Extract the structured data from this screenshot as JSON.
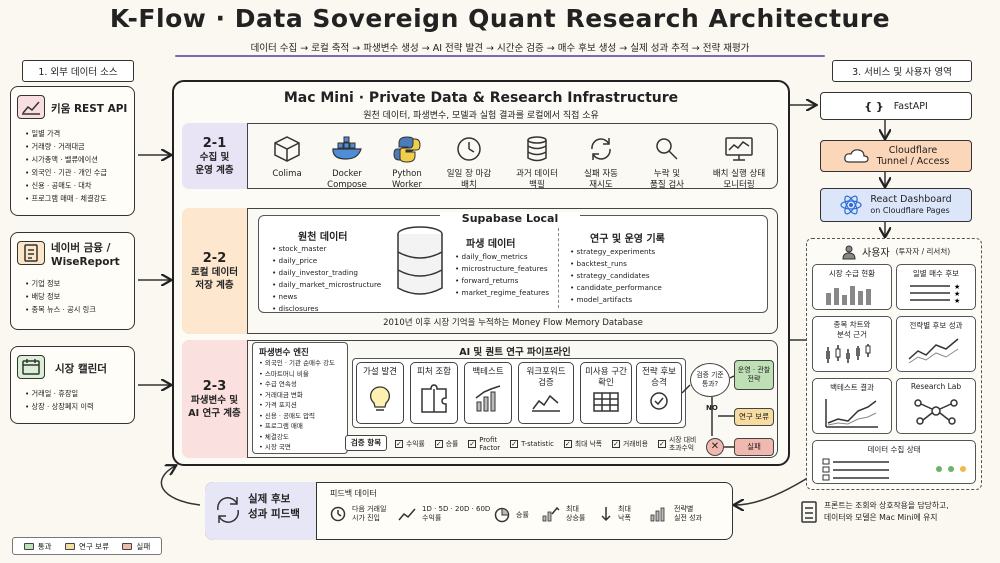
{
  "title": "K-Flow · Data Sovereign Quant Research Architecture",
  "flow": "데이터 수집 → 로컬 축적 → 파생변수 생성 → AI 전략 발견 → 시간순 검증 → 매수 후보 생성 → 실제 성과 추적 → 전략 재평가",
  "sections": {
    "left": "1. 외부 데이터 소스",
    "right": "3. 서비스 및 사용자 영역"
  },
  "sources": [
    {
      "name": "키움 REST API",
      "items": [
        "일별 가격",
        "거래량 · 거래대금",
        "시가총액 · 밸류에이션",
        "외국인 · 기관 · 개인 수급",
        "신용 · 공매도 · 대차",
        "프로그램 매매 · 체결강도"
      ]
    },
    {
      "name_line1": "네이버 금융 /",
      "name_line2": "WiseReport",
      "items": [
        "기업 정보",
        "배당 정보",
        "종목 뉴스 · 공시 링크"
      ]
    },
    {
      "name": "시장 캘린더",
      "items": [
        "거래일 · 휴장일",
        "상장 · 상장폐지 이력"
      ]
    }
  ],
  "main": {
    "title": "Mac Mini · Private Data & Research Infrastructure",
    "subtitle": "원천 데이터, 파생변수, 모델과 실험 결과를 로컬에서 직접 소유"
  },
  "row1": {
    "num": "2-1",
    "name1": "수집 및",
    "name2": "운영 계층",
    "tools": [
      {
        "l1": "Colima",
        "l2": ""
      },
      {
        "l1": "Docker",
        "l2": "Compose"
      },
      {
        "l1": "Python",
        "l2": "Worker"
      },
      {
        "l1": "일일 장 마감",
        "l2": "배치"
      },
      {
        "l1": "과거 데이터",
        "l2": "백필"
      },
      {
        "l1": "실패 자동",
        "l2": "재시도"
      },
      {
        "l1": "누락 및",
        "l2": "품질 검사"
      },
      {
        "l1": "배치 실행 상태",
        "l2": "모니터링"
      }
    ]
  },
  "row2": {
    "num": "2-2",
    "name1": "로컬 데이터",
    "name2": "저장 계층",
    "db_title": "Supabase Local",
    "raw_head": "원천 데이터",
    "raw": [
      "stock_master",
      "daily_price",
      "daily_investor_trading",
      "daily_market_microstructure",
      "news",
      "disclosures"
    ],
    "derived_head": "파생 데이터",
    "derived": [
      "daily_flow_metrics",
      "microstructure_features",
      "forward_returns",
      "market_regime_features"
    ],
    "ops_head": "연구 및 운영 기록",
    "ops": [
      "strategy_experiments",
      "backtest_runs",
      "strategy_candidates",
      "candidate_performance",
      "model_artifacts"
    ],
    "footer": "2010년 이후 시장 기억을 누적하는 Money Flow Memory Database"
  },
  "row3": {
    "num": "2-3",
    "name1": "파생변수 및",
    "name2": "AI 연구 계층",
    "pipeline_title": "AI 및 퀀트 연구 파이프라인",
    "engine_title": "파생변수 엔진",
    "engine_items": [
      "외국인 · 기관 순매수 강도",
      "스마트머니 비율",
      "수급 연속성",
      "거래대금 변화",
      "가격 포지션",
      "신용 · 공매도 압력",
      "프로그램 매매",
      "체결강도",
      "시장 국면"
    ],
    "steps": [
      {
        "l1": "가설 발견",
        "l2": ""
      },
      {
        "l1": "피처 조합",
        "l2": ""
      },
      {
        "l1": "백테스트",
        "l2": ""
      },
      {
        "l1": "워크포워드",
        "l2": "검증"
      },
      {
        "l1": "미사용 구간",
        "l2": "확인"
      },
      {
        "l1": "전략 후보",
        "l2": "승격"
      }
    ],
    "decision_l1": "검증 기준",
    "decision_l2": "통과?",
    "pass_l1": "운영 · 관찰",
    "pass_l2": "전략",
    "no": "NO",
    "hold": "연구 보류",
    "fail": "실패",
    "check_head": "검증 항목",
    "checks": [
      {
        "l1": "수익률",
        "l2": ""
      },
      {
        "l1": "승률",
        "l2": ""
      },
      {
        "l1": "Profit",
        "l2": "Factor"
      },
      {
        "l1": "T-statistic",
        "l2": ""
      },
      {
        "l1": "최대 낙폭",
        "l2": ""
      },
      {
        "l1": "거래비용",
        "l2": ""
      },
      {
        "l1": "시장 대비",
        "l2": "초과수익"
      }
    ]
  },
  "feedback": {
    "title1": "실제 후보",
    "title2": "성과 피드백",
    "data_head": "피드백 데이터",
    "items": [
      {
        "l1": "다음 거래일",
        "l2": "시가 진입"
      },
      {
        "l1": "1D · 5D · 20D · 60D",
        "l2": "수익률"
      },
      {
        "l1": "승률",
        "l2": ""
      },
      {
        "l1": "최대",
        "l2": "상승률"
      },
      {
        "l1": "최대",
        "l2": "낙폭"
      },
      {
        "l1": "전략별",
        "l2": "실전 성과"
      }
    ]
  },
  "services": {
    "fastapi": "FastAPI",
    "cf_l1": "Cloudflare",
    "cf_l2": "Tunnel / Access",
    "react_l1": "React Dashboard",
    "react_l2": "on Cloudflare Pages",
    "user": "사용자",
    "user_sub": "(투자자 / 리서처)",
    "panels": [
      {
        "l1": "시장 수급 현황",
        "l2": ""
      },
      {
        "l1": "일별 매수 후보",
        "l2": ""
      },
      {
        "l1": "종목 차트와",
        "l2": "분석 근거"
      },
      {
        "l1": "전략별 후보 성과",
        "l2": ""
      },
      {
        "l1": "백테스트 결과",
        "l2": ""
      },
      {
        "l1": "Research Lab",
        "l2": ""
      }
    ],
    "status": "데이터 수집 상태",
    "note_l1": "프론트는 조회와 상호작용을 담당하고,",
    "note_l2": "데이터와 모델은 Mac Mini에 유지"
  },
  "legend": [
    {
      "label": "통과",
      "color": "#bfe0b6"
    },
    {
      "label": "연구 보류",
      "color": "#f6dca0"
    },
    {
      "label": "실패",
      "color": "#f1b8b0"
    }
  ],
  "colors": {
    "row1": "#e9e4f5",
    "row2": "#fde8cf",
    "row3": "#fbe0e0",
    "fastapi": "#ffffff",
    "cloudflare": "#fbd6b8",
    "react": "#dce6fb",
    "feedback": "#e7e6f7"
  }
}
